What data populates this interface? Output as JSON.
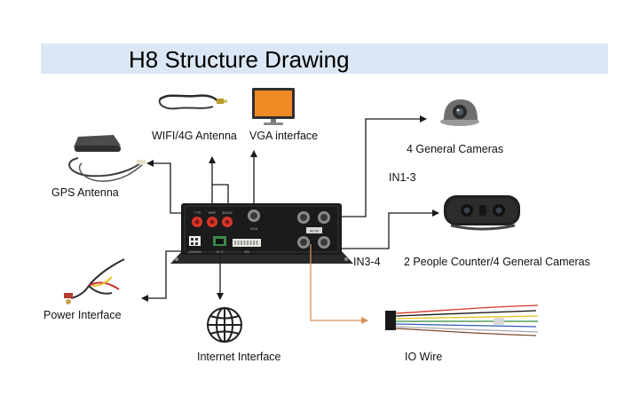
{
  "title": "H8 Structure Drawing",
  "labels": {
    "wifi_antenna": "WIFI/4G Antenna",
    "vga_interface": "VGA interface",
    "general_cameras": "4 General Cameras",
    "in_1_3": "IN1-3",
    "gps_antenna": "GPS Antenna",
    "in_3_4": "IN3-4",
    "people_counter": "2 People Counter/4 General Cameras",
    "power_interface": "Power Interface",
    "internet_interface": "Internet Interface",
    "io_wire": "IO Wire"
  },
  "device": {
    "antenna_ports": [
      "GPS",
      "WIFI",
      "3G/4G"
    ],
    "vga_port": "VGA",
    "av_label": "AV IN",
    "power_port": "12V/24V",
    "net_port": "NET",
    "io_port": "I/O"
  },
  "colors": {
    "banner": "#dbe7f4",
    "arrow": "#1a1a1a",
    "io_arrow": "#d4925a",
    "device_body": "#1b1b1b",
    "antenna_connector": "#d8352a",
    "monitor_screen": "#f08a24"
  },
  "icons": [
    "gps-antenna-icon",
    "wifi-antenna-cable-icon",
    "monitor-icon",
    "dome-camera-icon",
    "people-counter-camera-icon",
    "power-cable-icon",
    "globe-icon",
    "io-wire-harness-icon",
    "mdvr-device-icon"
  ]
}
